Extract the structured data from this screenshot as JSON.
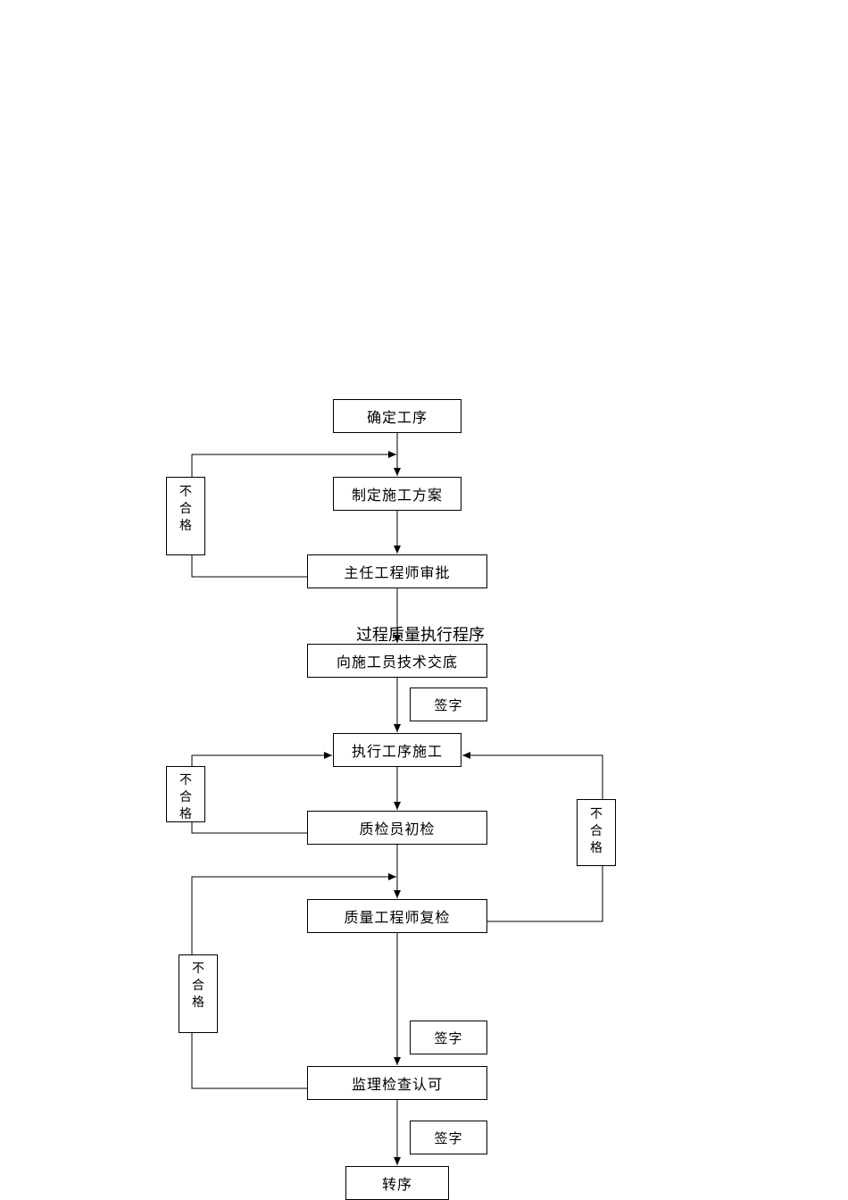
{
  "title": "过程质量执行程序",
  "steps": {
    "s1": "确定工序",
    "s2": "制定施工方案",
    "s3": "主任工程师审批",
    "s4": "向施工员技术交底",
    "s5": "执行工序施工",
    "s6": "质检员初检",
    "s7": "质量工程师复检",
    "s8": "监理检查认可",
    "s9": "转序"
  },
  "sign": {
    "a": "签字",
    "b": "签字",
    "c": "签字"
  },
  "fail": {
    "f1": [
      "不",
      "合",
      "格"
    ],
    "f2": [
      "不",
      "合",
      "格"
    ],
    "f3": [
      "不",
      "合",
      "格"
    ],
    "f4": [
      "不",
      "合",
      "格"
    ]
  }
}
